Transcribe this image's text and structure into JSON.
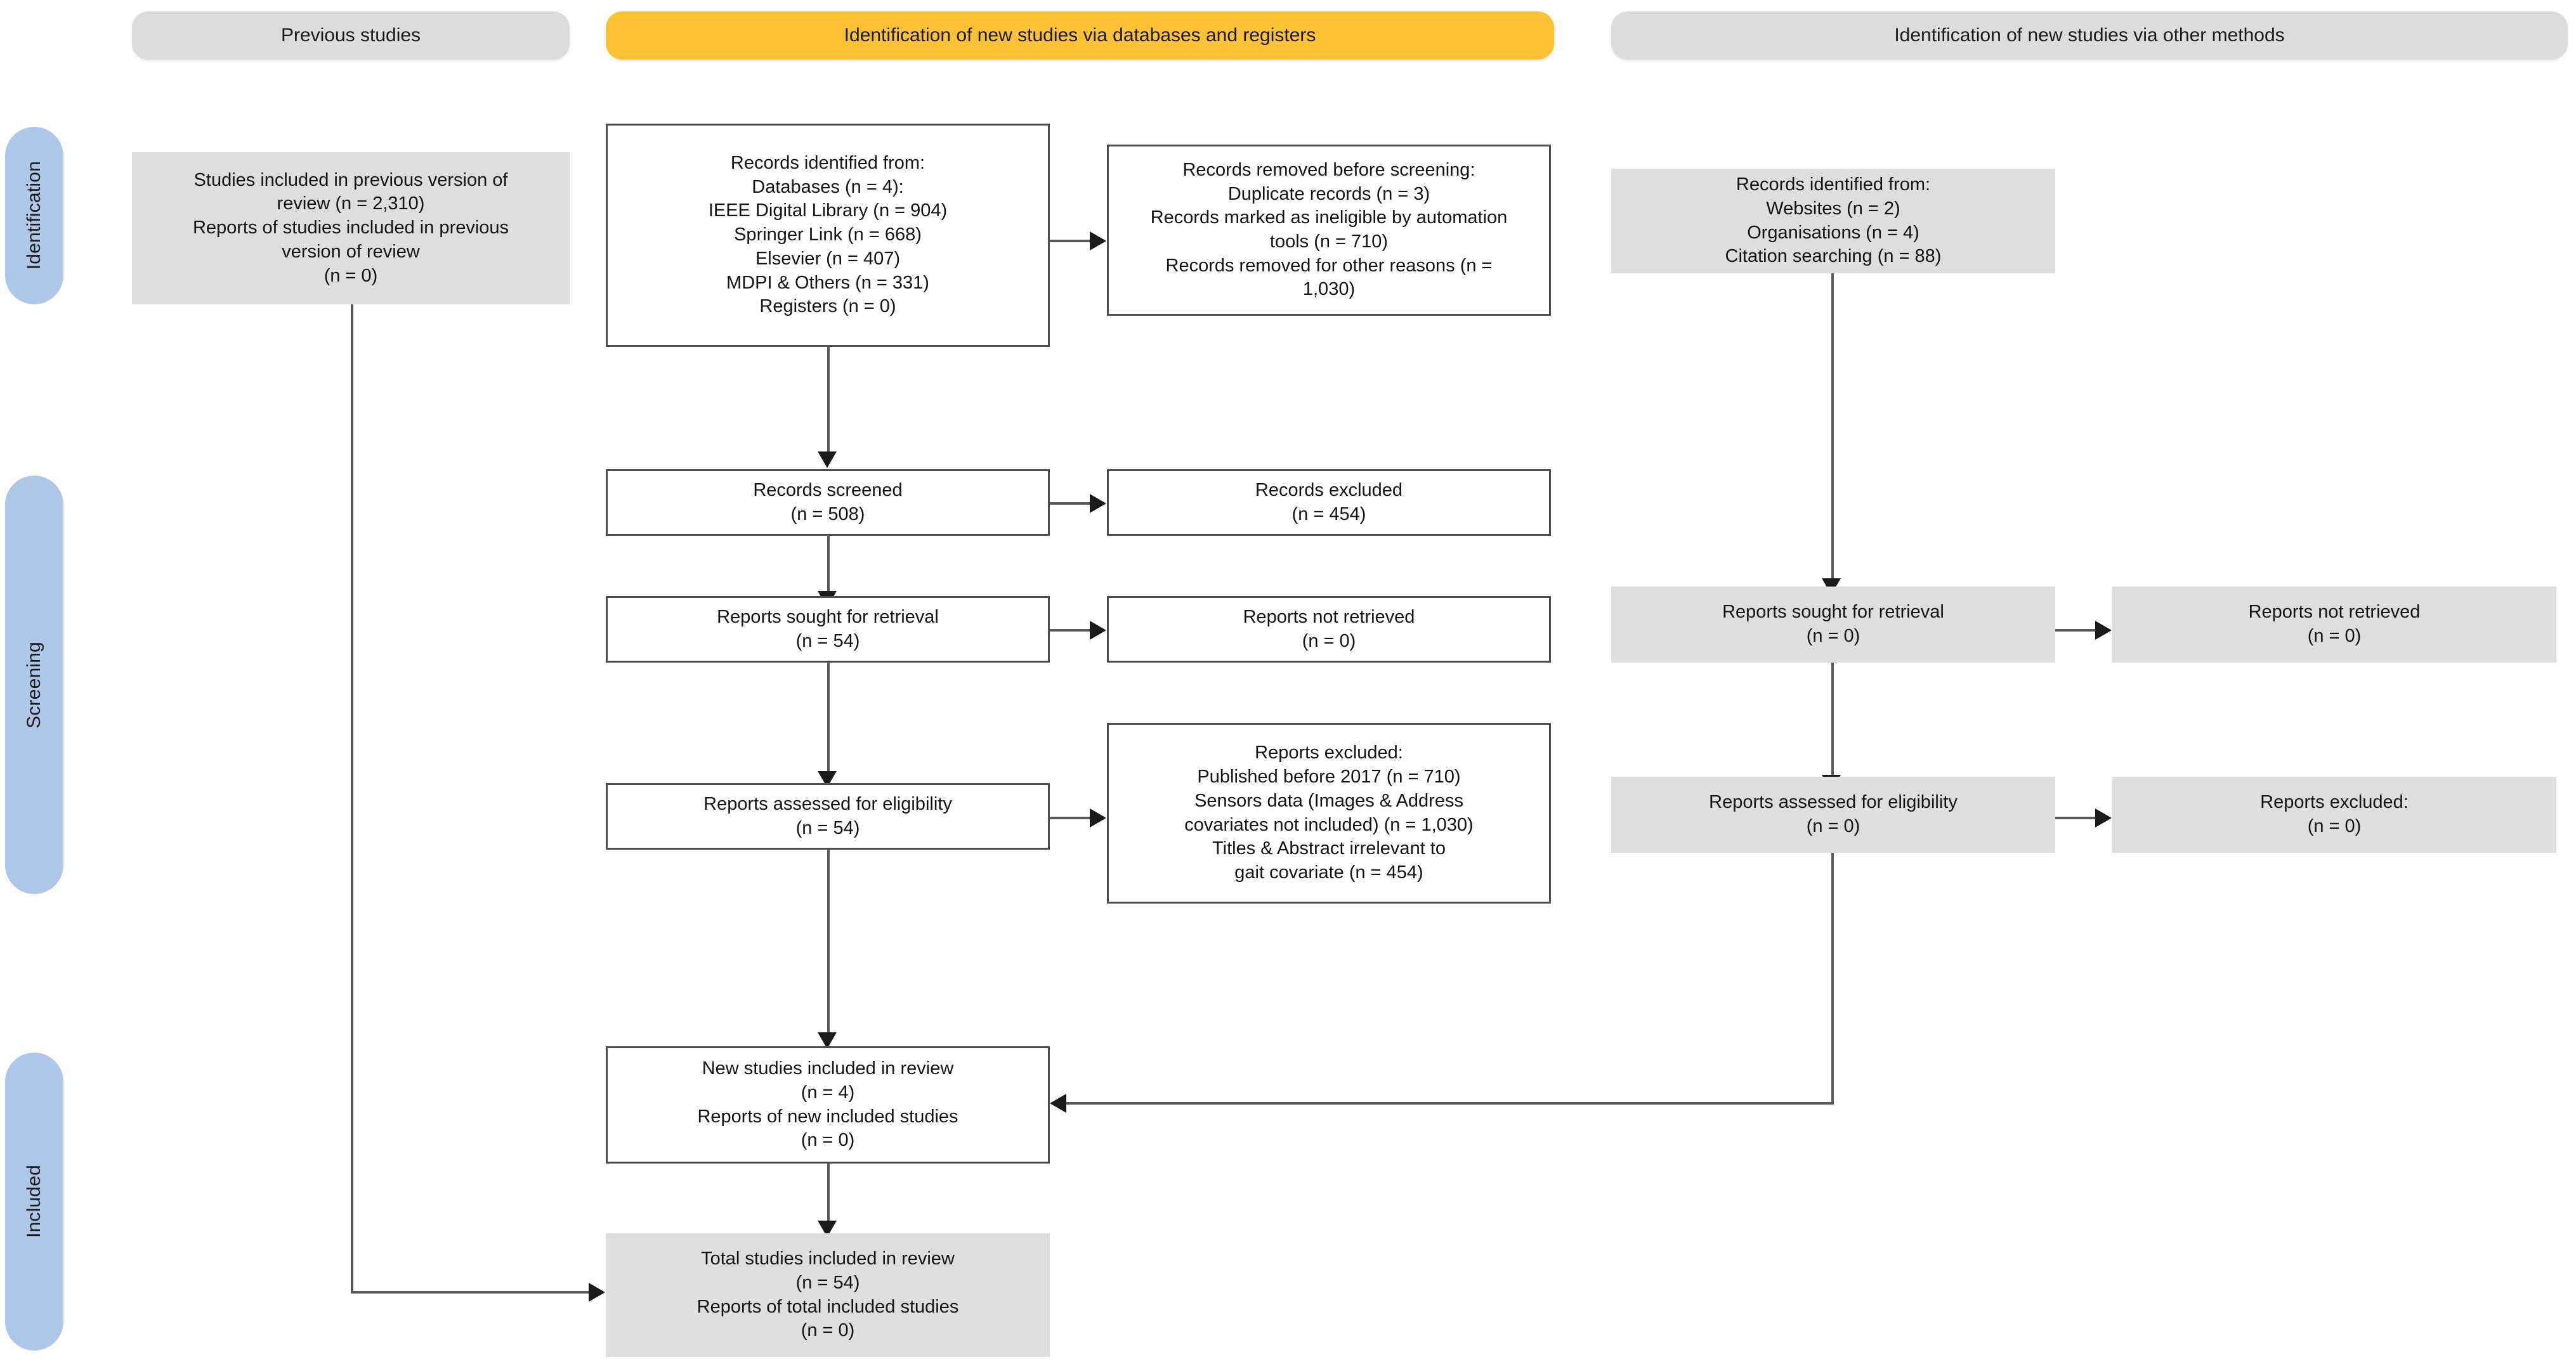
{
  "diagram": {
    "title": "PRISMA 2020 flow diagram",
    "colors": {
      "phase_bar": "#aec7e8",
      "header_grey": "#dcdcdc",
      "header_amber": "#fcc233",
      "node_grey": "#dedede",
      "node_border": "#4d4d4d",
      "connector": "#5a5a5a",
      "background": "#ffffff"
    }
  },
  "phases": [
    {
      "label": "Identification"
    },
    {
      "label": "Screening"
    },
    {
      "label": "Included"
    }
  ],
  "columns": [
    {
      "key": "previous",
      "header": "Previous studies",
      "style": "grey"
    },
    {
      "key": "databases",
      "header": "Identification of new studies via databases and registers",
      "style": "amber"
    },
    {
      "key": "other",
      "header": "Identification of new studies via other methods",
      "style": "grey"
    }
  ],
  "nodes": {
    "previous_studies": {
      "lines": [
        "Studies included in previous version of",
        "review (n = 2,310)",
        "Reports of studies included in previous",
        "version of review",
        "(n = 0)"
      ]
    },
    "records_identified_db": {
      "lines": [
        "Records identified from:",
        "Databases (n = 4):",
        "IEEE Digital Library (n = 904)",
        "Springer Link (n = 668)",
        "Elsevier (n = 407)",
        "MDPI & Others (n = 331)",
        "Registers (n = 0)"
      ]
    },
    "records_removed": {
      "lines": [
        "Records removed before screening:",
        "Duplicate records (n = 3)",
        "Records marked as ineligible by automation",
        "tools (n = 710)",
        "Records removed for other reasons (n =",
        "1,030)"
      ]
    },
    "records_identified_other": {
      "lines": [
        "Records identified from:",
        "Websites (n = 2)",
        "Organisations (n = 4)",
        "Citation searching (n = 88)"
      ]
    },
    "records_screened": {
      "lines": [
        "Records screened",
        "(n = 508)"
      ]
    },
    "records_excluded": {
      "lines": [
        "Records excluded",
        "(n = 454)"
      ]
    },
    "reports_sought_db": {
      "lines": [
        "Reports sought for retrieval",
        "(n = 54)"
      ]
    },
    "reports_not_retrieved_db": {
      "lines": [
        "Reports not retrieved",
        "(n = 0)"
      ]
    },
    "reports_sought_other": {
      "lines": [
        "Reports sought for retrieval",
        "(n = 0)"
      ]
    },
    "reports_not_retrieved_other": {
      "lines": [
        "Reports not retrieved",
        "(n = 0)"
      ]
    },
    "reports_assessed_db": {
      "lines": [
        "Reports assessed for eligibility",
        "(n = 54)"
      ]
    },
    "reports_excluded_db": {
      "lines": [
        "Reports excluded:",
        "Published before 2017 (n = 710)",
        "Sensors data (Images & Address",
        "covariates not included) (n = 1,030)",
        "Titles & Abstract irrelevant to",
        "gait covariate (n = 454)"
      ]
    },
    "reports_assessed_other": {
      "lines": [
        "Reports assessed for eligibility",
        "(n = 0)"
      ]
    },
    "reports_excluded_other": {
      "lines": [
        "Reports excluded:",
        "(n = 0)"
      ]
    },
    "new_studies_included": {
      "lines": [
        "New studies included in review",
        "(n = 4)",
        "Reports of new included studies",
        "(n = 0)"
      ]
    },
    "total_studies_included": {
      "lines": [
        "Total studies included in review",
        "(n = 54)",
        "Reports of total included studies",
        "(n = 0)"
      ]
    }
  }
}
